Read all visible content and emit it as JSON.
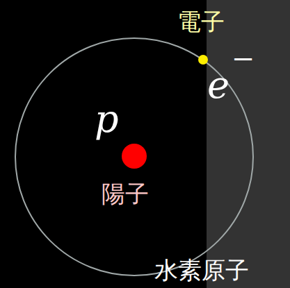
{
  "diagram": {
    "labels": [
      "電子",
      "e",
      "−",
      "p",
      "陽子",
      "水素原子"
    ]
  }
}
